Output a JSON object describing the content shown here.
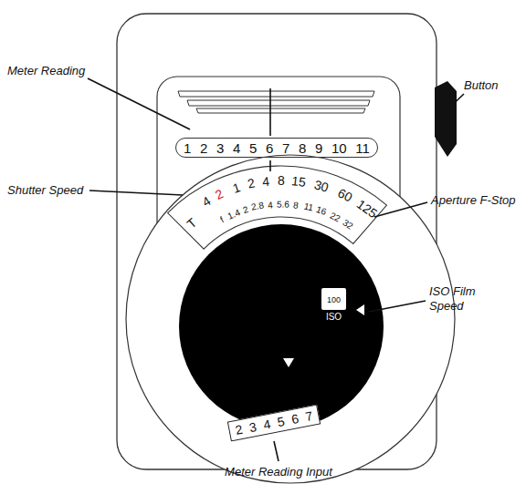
{
  "diagram": {
    "nodes": [
      {
        "text": [
          "1",
          "2",
          "3",
          "4",
          "5",
          "6",
          "7",
          "8",
          "9",
          "10",
          "11"
        ]
      },
      {
        "text": [
          "100",
          "ISO"
        ]
      },
      {
        "text": [
          "2",
          "3",
          "4",
          "5",
          "6",
          "7"
        ]
      }
    ],
    "labels": [
      "Meter Reading",
      "Button",
      "Shutter Speed",
      "Aperture F-Stop",
      "ISO Film Speed",
      "Meter Reading Input",
      "T",
      "4",
      "2",
      "1",
      "2",
      "4",
      "8",
      "15",
      "30",
      "60",
      "125",
      "f",
      "1.4",
      "2",
      "2.8",
      "4",
      "5.6",
      "8",
      "11",
      "16",
      "22",
      "32"
    ]
  }
}
